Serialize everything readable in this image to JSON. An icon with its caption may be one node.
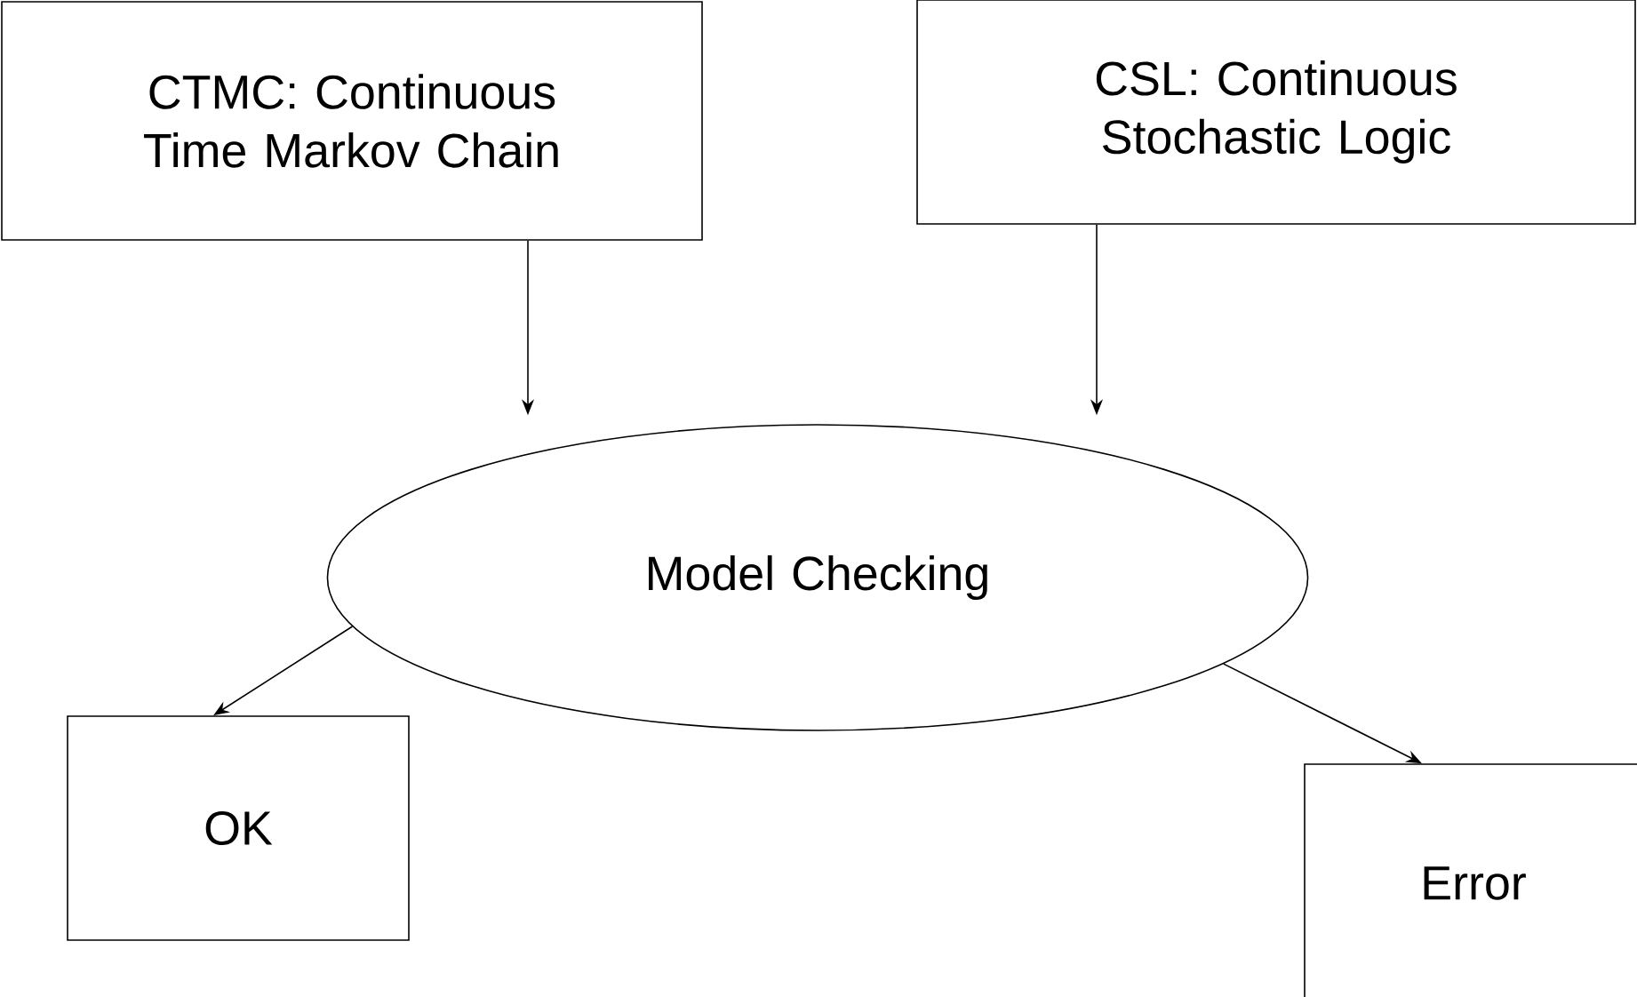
{
  "diagram": {
    "nodes": [
      {
        "text": [
          "CTMC: Continuous Time Markov Chain"
        ]
      },
      {
        "text": [
          "CSL: Continuous Stochastic Logic"
        ]
      },
      {
        "text": [
          "Model  Checking"
        ]
      },
      {
        "text": [
          "OK"
        ]
      },
      {
        "text": [
          "Error"
        ]
      }
    ],
    "edges": [
      {
        "from": 0,
        "to": 2,
        "arrow": "to"
      },
      {
        "from": 1,
        "to": 2,
        "arrow": "to"
      },
      {
        "from": 2,
        "to": 3,
        "arrow": "to"
      },
      {
        "from": 2,
        "to": 4,
        "arrow": "to"
      }
    ]
  }
}
